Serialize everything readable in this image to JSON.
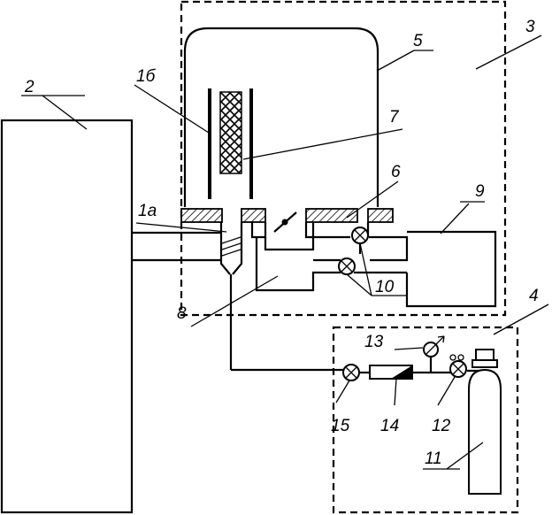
{
  "labels": {
    "l_2": "2",
    "l_1b": "1б",
    "l_1a": "1а",
    "l_5": "5",
    "l_3": "3",
    "l_7": "7",
    "l_6": "6",
    "l_9": "9",
    "l_8": "8",
    "l_10": "10",
    "l_4": "4",
    "l_13": "13",
    "l_15": "15",
    "l_14": "14",
    "l_12": "12",
    "l_11": "11"
  }
}
